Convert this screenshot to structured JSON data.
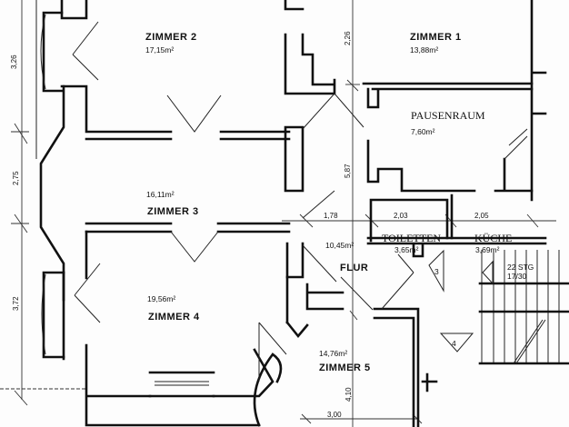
{
  "rooms": {
    "zimmer1": {
      "name": "ZIMMER 1",
      "area": "13,88m²"
    },
    "zimmer2": {
      "name": "ZIMMER 2",
      "area": "17,15m²"
    },
    "zimmer3": {
      "name": "ZIMMER 3",
      "area": "16,11m²"
    },
    "zimmer4": {
      "name": "ZIMMER 4",
      "area": "19,56m²"
    },
    "zimmer5": {
      "name": "ZIMMER 5",
      "area": "14,76m²"
    },
    "pausenraum": {
      "name": "PAUSENRAUM",
      "area": "7,60m²"
    },
    "toiletten": {
      "name": "TOILETTEN",
      "area": "3,65m²"
    },
    "kueche": {
      "name": "KÜCHE",
      "area": "3,69m²"
    },
    "flur": {
      "name": "FLUR",
      "area": "10,45m²"
    }
  },
  "dimensions": {
    "left_top": "3,26",
    "left_mid": "2,75",
    "left_bottom": "3,72",
    "center_top": "2,26",
    "center_mid": "5,87",
    "center_bottom": "4,10",
    "flur_width": "1,78",
    "toiletten_width": "2,03",
    "kueche_width": "2,05",
    "zimmer5_width": "3,00"
  },
  "stairs": {
    "line1": "22 STG",
    "line2": "17/30"
  },
  "markers": {
    "marker3": "3",
    "marker4": "4"
  }
}
